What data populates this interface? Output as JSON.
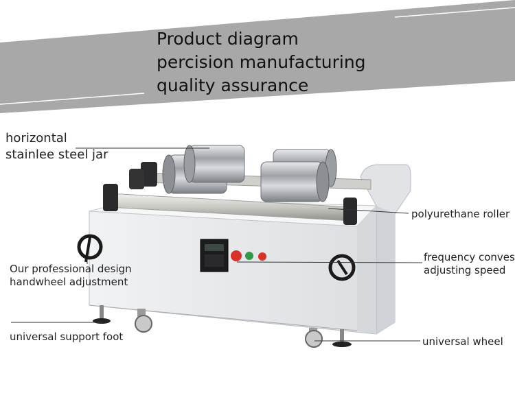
{
  "banner": {
    "lines": [
      "Product diagram",
      "percision manufacturing",
      "quality assurance"
    ]
  },
  "callouts": {
    "jar": [
      "horizontal",
      "stainlee steel jar"
    ],
    "roller": "polyurethane roller",
    "frequency": [
      "frequency convesi",
      "adjusting speed"
    ],
    "handwheel": [
      "Our professional design",
      "handwheel adjustment"
    ],
    "foot": "universal support foot",
    "wheel": "universal wheel"
  },
  "colors": {
    "banner_gray": "#a7a7a7",
    "machine_body": "#e9eaec",
    "steel": "#b9bcbf",
    "stop_button": "#d8312a",
    "start_button": "#2f9b46"
  }
}
